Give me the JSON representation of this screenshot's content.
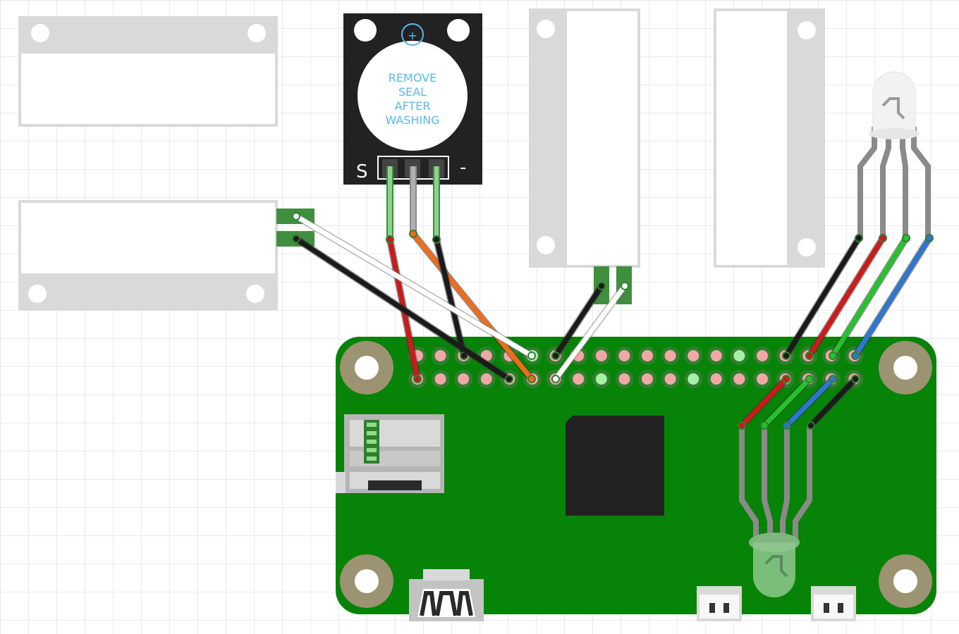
{
  "buzzer": {
    "label_lines": [
      "REMOVE",
      "SEAL",
      "AFTER",
      "WASHING"
    ],
    "pin_signal": "S",
    "pin_minus": "-",
    "plus_symbol": "+"
  },
  "colors": {
    "board": "#078307",
    "pad_red": "#f2a7a7",
    "pad_green": "#a4f0a4",
    "mount_hole": "#9c9372",
    "sensor_body": "#d9d9d9",
    "wire_black": "#1a1a1a",
    "wire_white": "#ffffff",
    "wire_red": "#cc1a1a",
    "wire_orange": "#ef6c1a",
    "wire_green": "#25c22d",
    "wire_blue": "#2d76d2",
    "leg_gray": "#9a9a9a"
  },
  "components": [
    "raspberry-pi-zero",
    "piezo-buzzer-module",
    "reed-switch-sensor",
    "rgb-led",
    "rgb-led"
  ]
}
